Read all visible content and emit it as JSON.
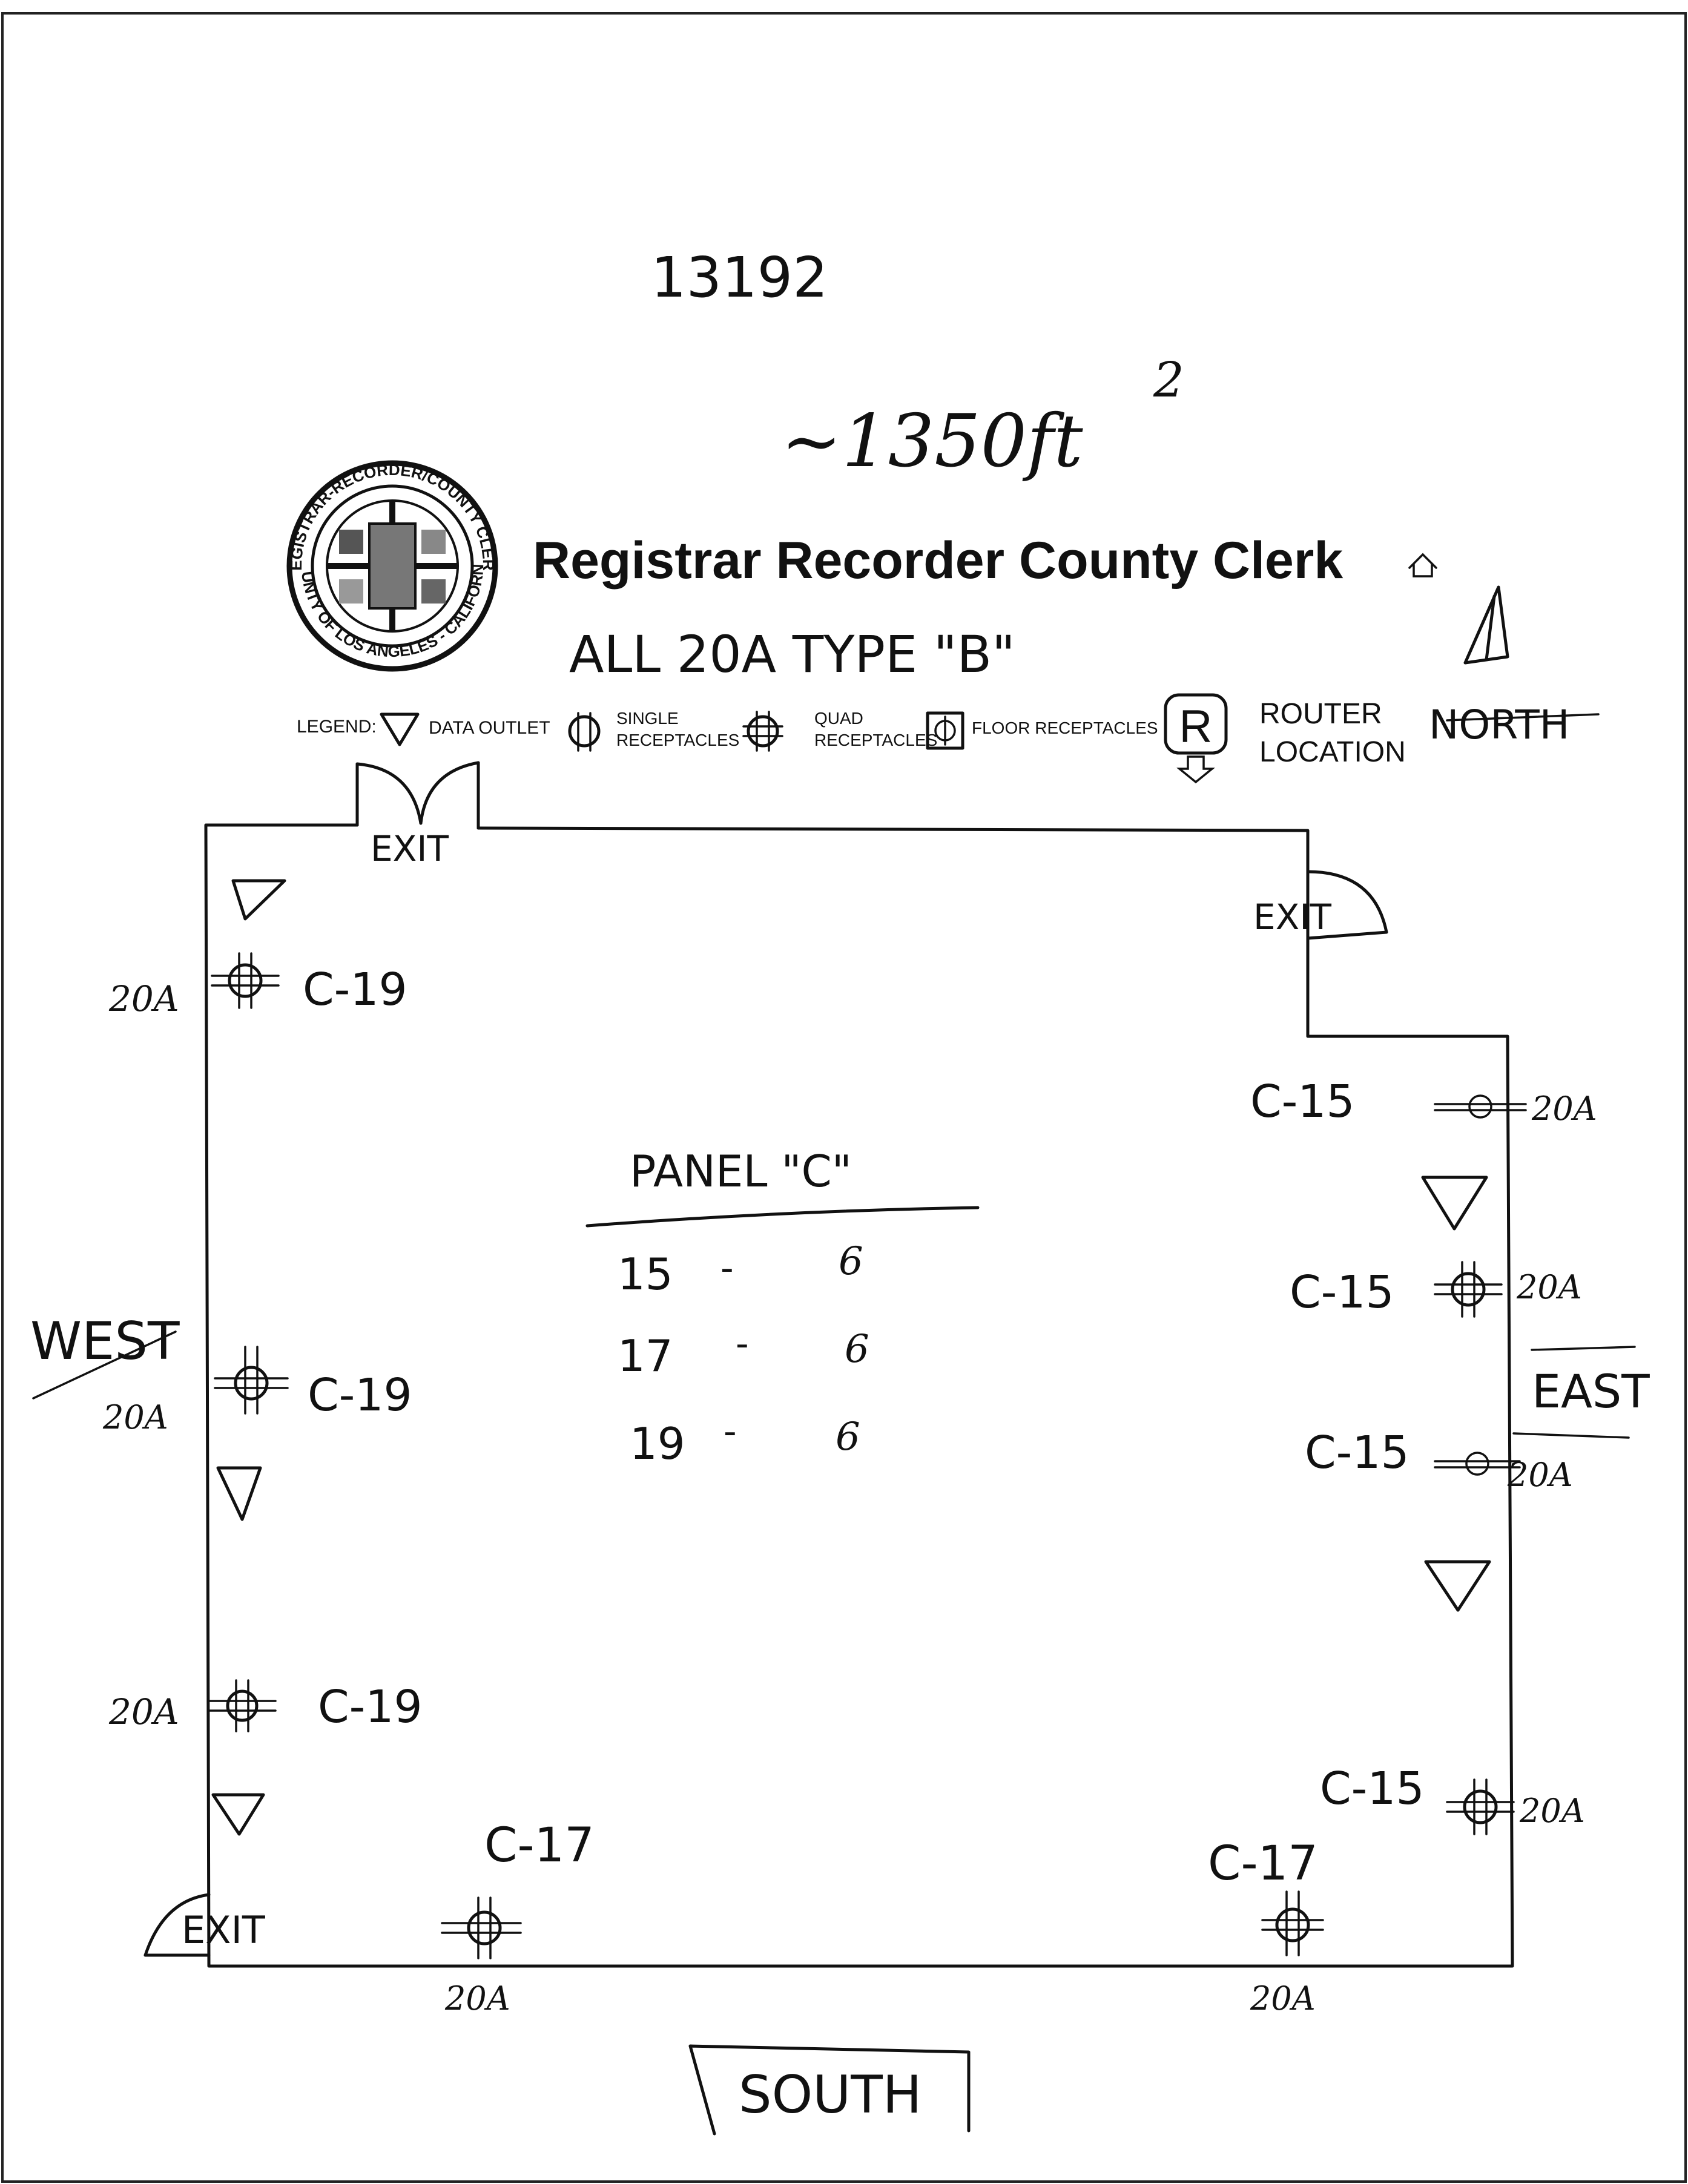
{
  "header": {
    "number": "13192",
    "area": "~1350ft",
    "area_exp": "2",
    "org_name": "Registrar Recorder County Clerk",
    "note": "ALL 20A TYPE \"B\"",
    "compass": "NORTH"
  },
  "seal": {
    "text_top": "REGISTRAR-RECORDER/COUNTY CLERK",
    "text_bottom": "COUNTY OF LOS ANGELES - CALIFORNIA"
  },
  "legend": {
    "title": "LEGEND:",
    "data_outlet": "DATA OUTLET",
    "single_1": "SINGLE",
    "single_2": "RECEPTACLES",
    "quad_1": "QUAD",
    "quad_2": "RECEPTACLES",
    "floor": "FLOOR RECEPTACLES",
    "router_letter": "R",
    "router_1": "ROUTER",
    "router_2": "LOCATION"
  },
  "exits": [
    "EXIT",
    "EXIT",
    "EXIT"
  ],
  "walls": {
    "west": "WEST",
    "east": "EAST",
    "south": "SOUTH"
  },
  "panel": {
    "title": "PANEL \"C\"",
    "rows": [
      {
        "circuit": "15",
        "dash": "-",
        "value": "6"
      },
      {
        "circuit": "17",
        "dash": "-",
        "value": "6"
      },
      {
        "circuit": "19",
        "dash": "-",
        "value": "6"
      }
    ]
  },
  "receptacles": {
    "west": [
      {
        "circuit": "C-19",
        "amps": "20A"
      },
      {
        "circuit": "C-19",
        "amps": "20A"
      },
      {
        "circuit": "C-19",
        "amps": "20A"
      }
    ],
    "east": [
      {
        "circuit": "C-15",
        "amps": "20A"
      },
      {
        "circuit": "C-15",
        "amps": "20A"
      },
      {
        "circuit": "C-15",
        "amps": "20A"
      },
      {
        "circuit": "C-15",
        "amps": "20A"
      }
    ],
    "south": [
      {
        "circuit": "C-17",
        "amps": "20A"
      },
      {
        "circuit": "C-17",
        "amps": "20A"
      }
    ]
  }
}
